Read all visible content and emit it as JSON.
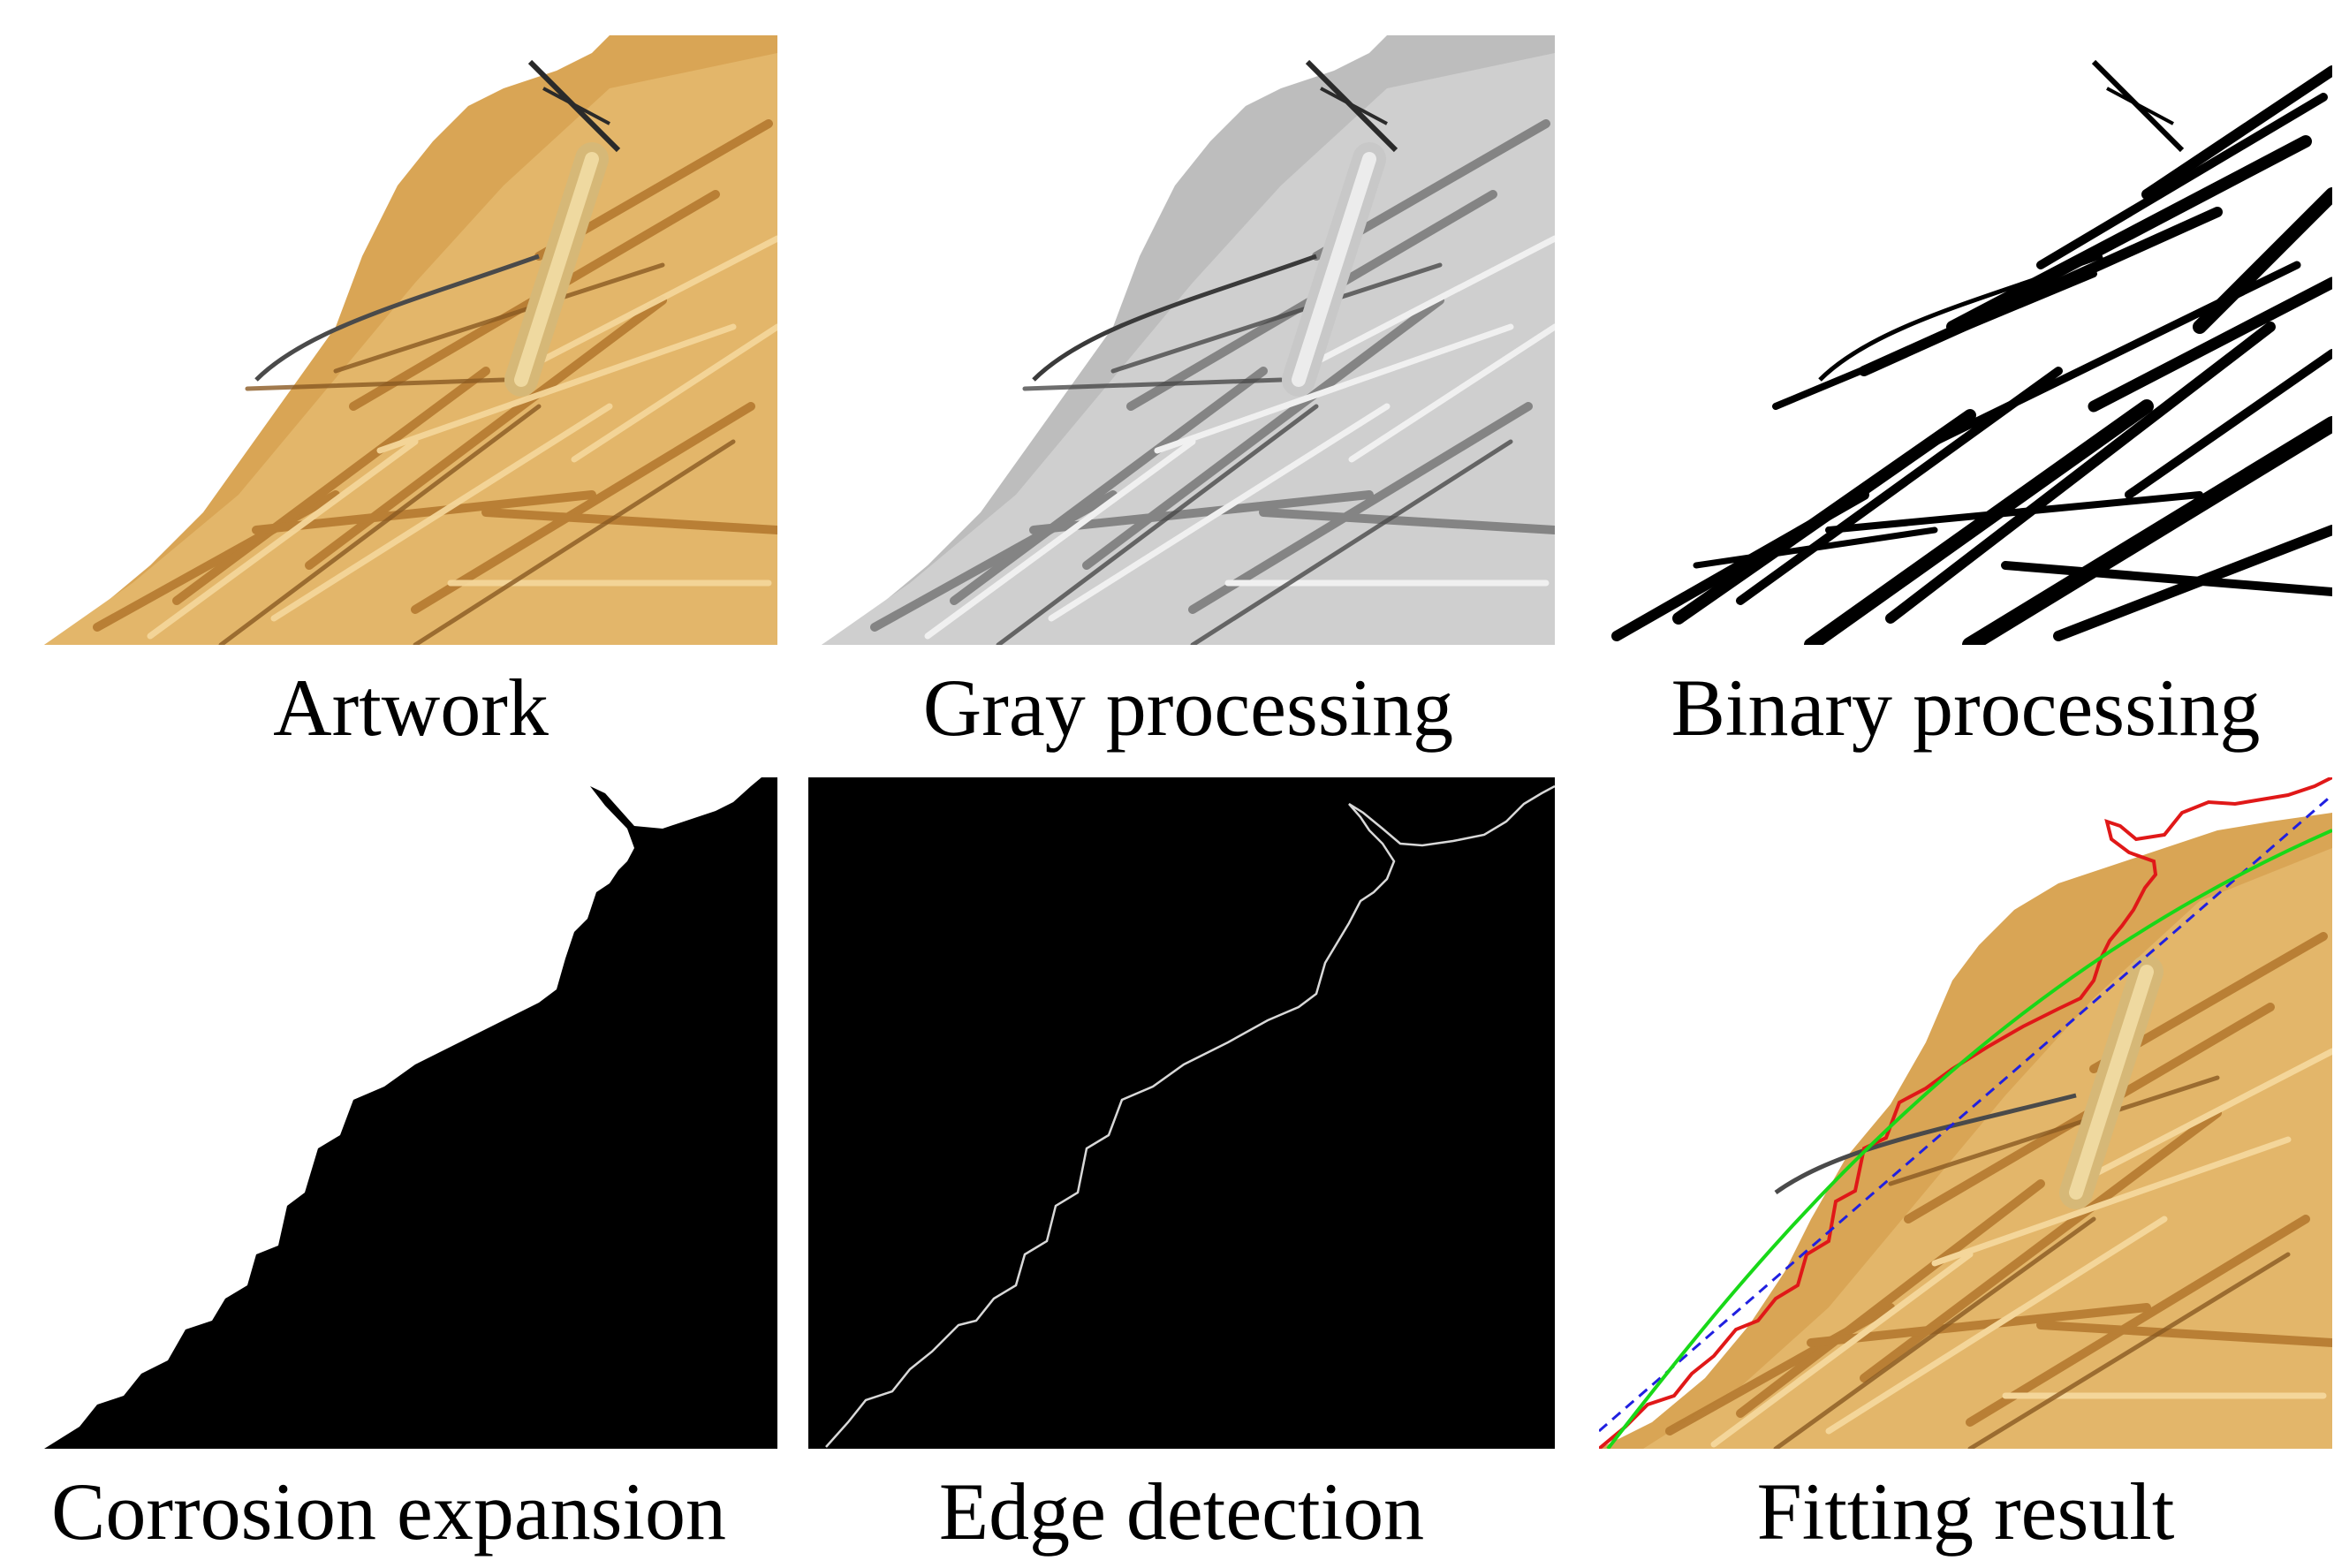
{
  "figure": {
    "panels": [
      {
        "id": "artwork",
        "caption": "Artwork"
      },
      {
        "id": "gray",
        "caption": "Gray processing"
      },
      {
        "id": "binary",
        "caption": "Binary processing"
      },
      {
        "id": "corrosion",
        "caption": "Corrosion expansion"
      },
      {
        "id": "edge",
        "caption": "Edge detection"
      },
      {
        "id": "fitting",
        "caption": "Fitting result"
      }
    ]
  },
  "colors": {
    "straw_light": "#e8c27a",
    "straw_mid": "#c98e3e",
    "straw_dark": "#7a4a1c",
    "gray_light": "#e6e6e6",
    "gray_mid": "#9a9a9a",
    "gray_dark": "#3a3a3a",
    "fit_red": "#e01818",
    "fit_green": "#18d818",
    "fit_blue_dashed": "#2020e0"
  }
}
